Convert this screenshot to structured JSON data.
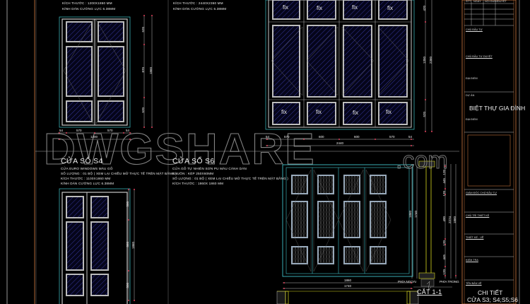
{
  "drawing": {
    "watermark": "DWGSHARE",
    "watermark_suffix": ".com",
    "colors": {
      "background": "#000000",
      "frame_line": "#c8c8c8",
      "frame_accent": "#c0703a",
      "glass_hatch": "#3a3aa8",
      "dimension_tick": "#e0405a",
      "section_line": "#d8d820",
      "cyan_line": "#40c0c8"
    }
  },
  "s3": {
    "spec_size": "KÍCH THƯỚC : 1200X1860 MM",
    "spec_glass": "KÍNH DÁN CƯỜNG LỰC 6.38MM",
    "dims_bottom": [
      "54",
      "570",
      "570",
      "54"
    ],
    "dim_total": "1200",
    "dims_right": [
      "520",
      "870",
      "520"
    ],
    "dim_right_total": "1860"
  },
  "s5": {
    "spec_size": "KÍCH THƯỚC : 2440X2360 MM",
    "spec_glass": "KÍNH DÁN CƯỜNG LỰC 6.38MM",
    "fix_label": "fix",
    "dims_bottom": [
      "54",
      "570",
      "600",
      "600",
      "570",
      "54"
    ],
    "dim_total": "2440",
    "dims_right": [
      "420",
      "1350",
      "520"
    ],
    "dim_right_total": "2360"
  },
  "s4": {
    "title": "CỬA SỔ S4",
    "spec_type": "CỬA EURO WINDOWS MÀU GỖ",
    "spec_qty": "SỐ LƯỢNG : 01 BỘ ( XEM LẠI CHIỀU MỞ THỰC TẾ TRÊN MẶT BẰNG )",
    "spec_size": "KÍCH THƯỚC : 1100X1860 MM",
    "spec_glass": "KÍNH DÁN CƯỜNG LỰC 6.38MM",
    "dims_right": [
      "500",
      "860",
      "500"
    ],
    "dim_right_total": "1860"
  },
  "s6": {
    "title": "CỬA SỔ S6",
    "spec_type": "CỬA GỖ TỰ NHIÊN SƠN PU MÀU CÁNH DÁN",
    "spec_frame": "KHUÔN : KÉP 250X60MM",
    "spec_qty": "SỐ LƯỢNG : 01 BỘ ( XEM LẠI CHIỀU MỞ THỰC TẾ TRÊN MẶT BẰNG )",
    "spec_size": "KÍCH THƯỚC : 1860X 1860 MM",
    "dim_total": "1860",
    "dim_inner": "1740",
    "dims_right_total": [
      "1860",
      "1740"
    ],
    "wall_outside": "PHÍA NGOÀI",
    "wall_inside": "PHÍA TRONG"
  },
  "section": {
    "title": "CẮT 1-1",
    "dims": [
      "120",
      "445",
      "120",
      "490",
      "120",
      "445",
      "120"
    ],
    "dim_mid": "2274",
    "dim_total": "1860"
  },
  "title_block": {
    "header": [
      "STT",
      "NGÀY",
      "NỘI DUNG",
      "DUYỆT"
    ],
    "owner_label": "CHỦ ĐẦU TƯ",
    "owner_rep_label": "CHỦ ĐẦU TƯ DUYỆT",
    "address_label": "ĐỊA ĐIỂM",
    "project_label": "DỰ ÁN",
    "project_name": "BIỆT THỰ GIA ĐÌNH",
    "address_label2": "ĐỊA ĐIỂM",
    "director_label": "GIÁM ĐỐC CHỦ ĐẦU TƯ",
    "lead_label": "CHỦ TRÌ THIẾT KẾ",
    "design_label": "THIẾT KẾ - VẼ",
    "check_label": "KIỂM TRA",
    "sheet_name_label": "TÊN BẢN VẼ",
    "sheet_title_1": "CHI TIẾT",
    "sheet_title_2": "CỬA S3; S4;S5;S6"
  }
}
